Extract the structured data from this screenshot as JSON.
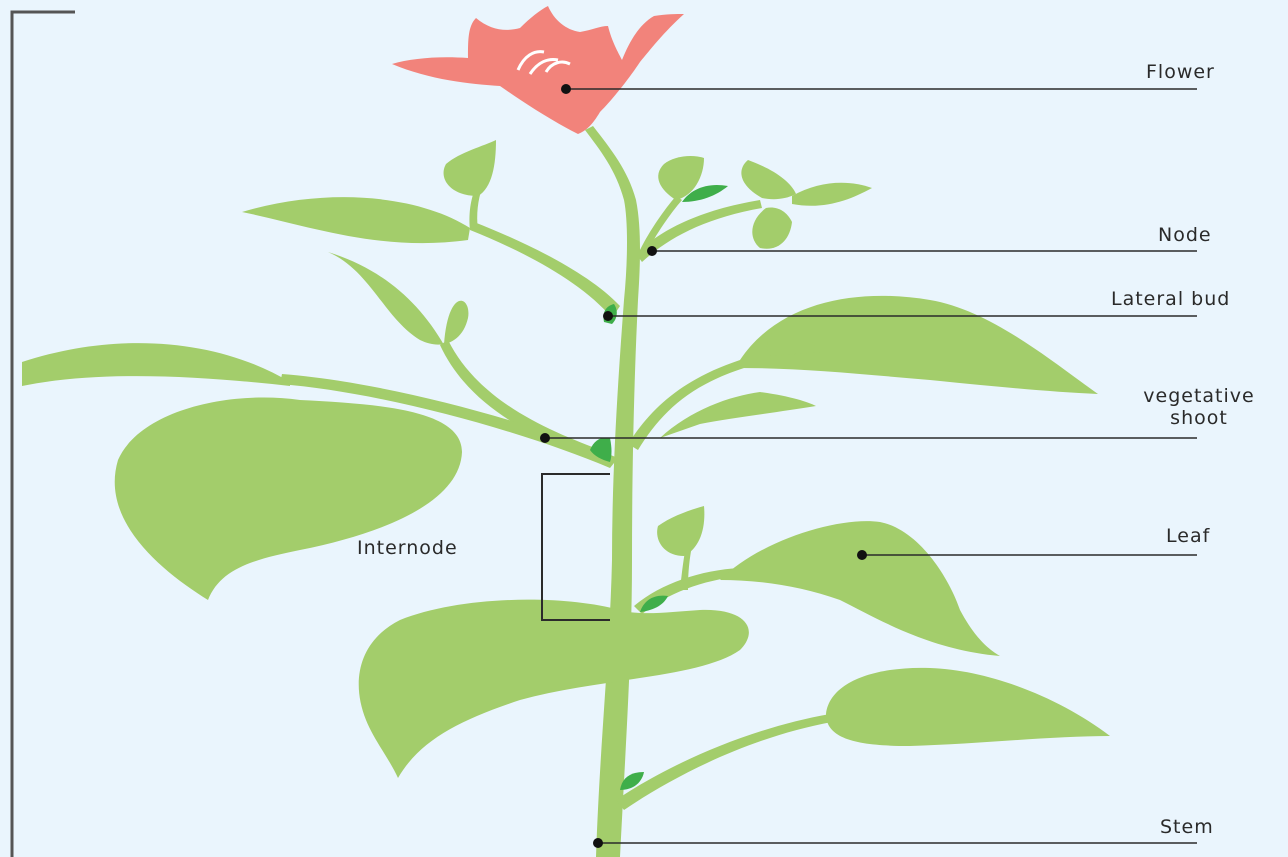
{
  "labels": {
    "flower": "Flower",
    "node": "Node",
    "lateral_bud": "Lateral bud",
    "vegetative_shoot_line1": "vegetative",
    "vegetative_shoot_line2": "shoot",
    "leaf": "Leaf",
    "internode": "Internode",
    "stem": "Stem"
  },
  "colors": {
    "background": "#eaf5fd",
    "leaf": "#a3cd6b",
    "bud": "#3fae4a",
    "flower": "#f2837b",
    "line": "#2b2b2b"
  }
}
